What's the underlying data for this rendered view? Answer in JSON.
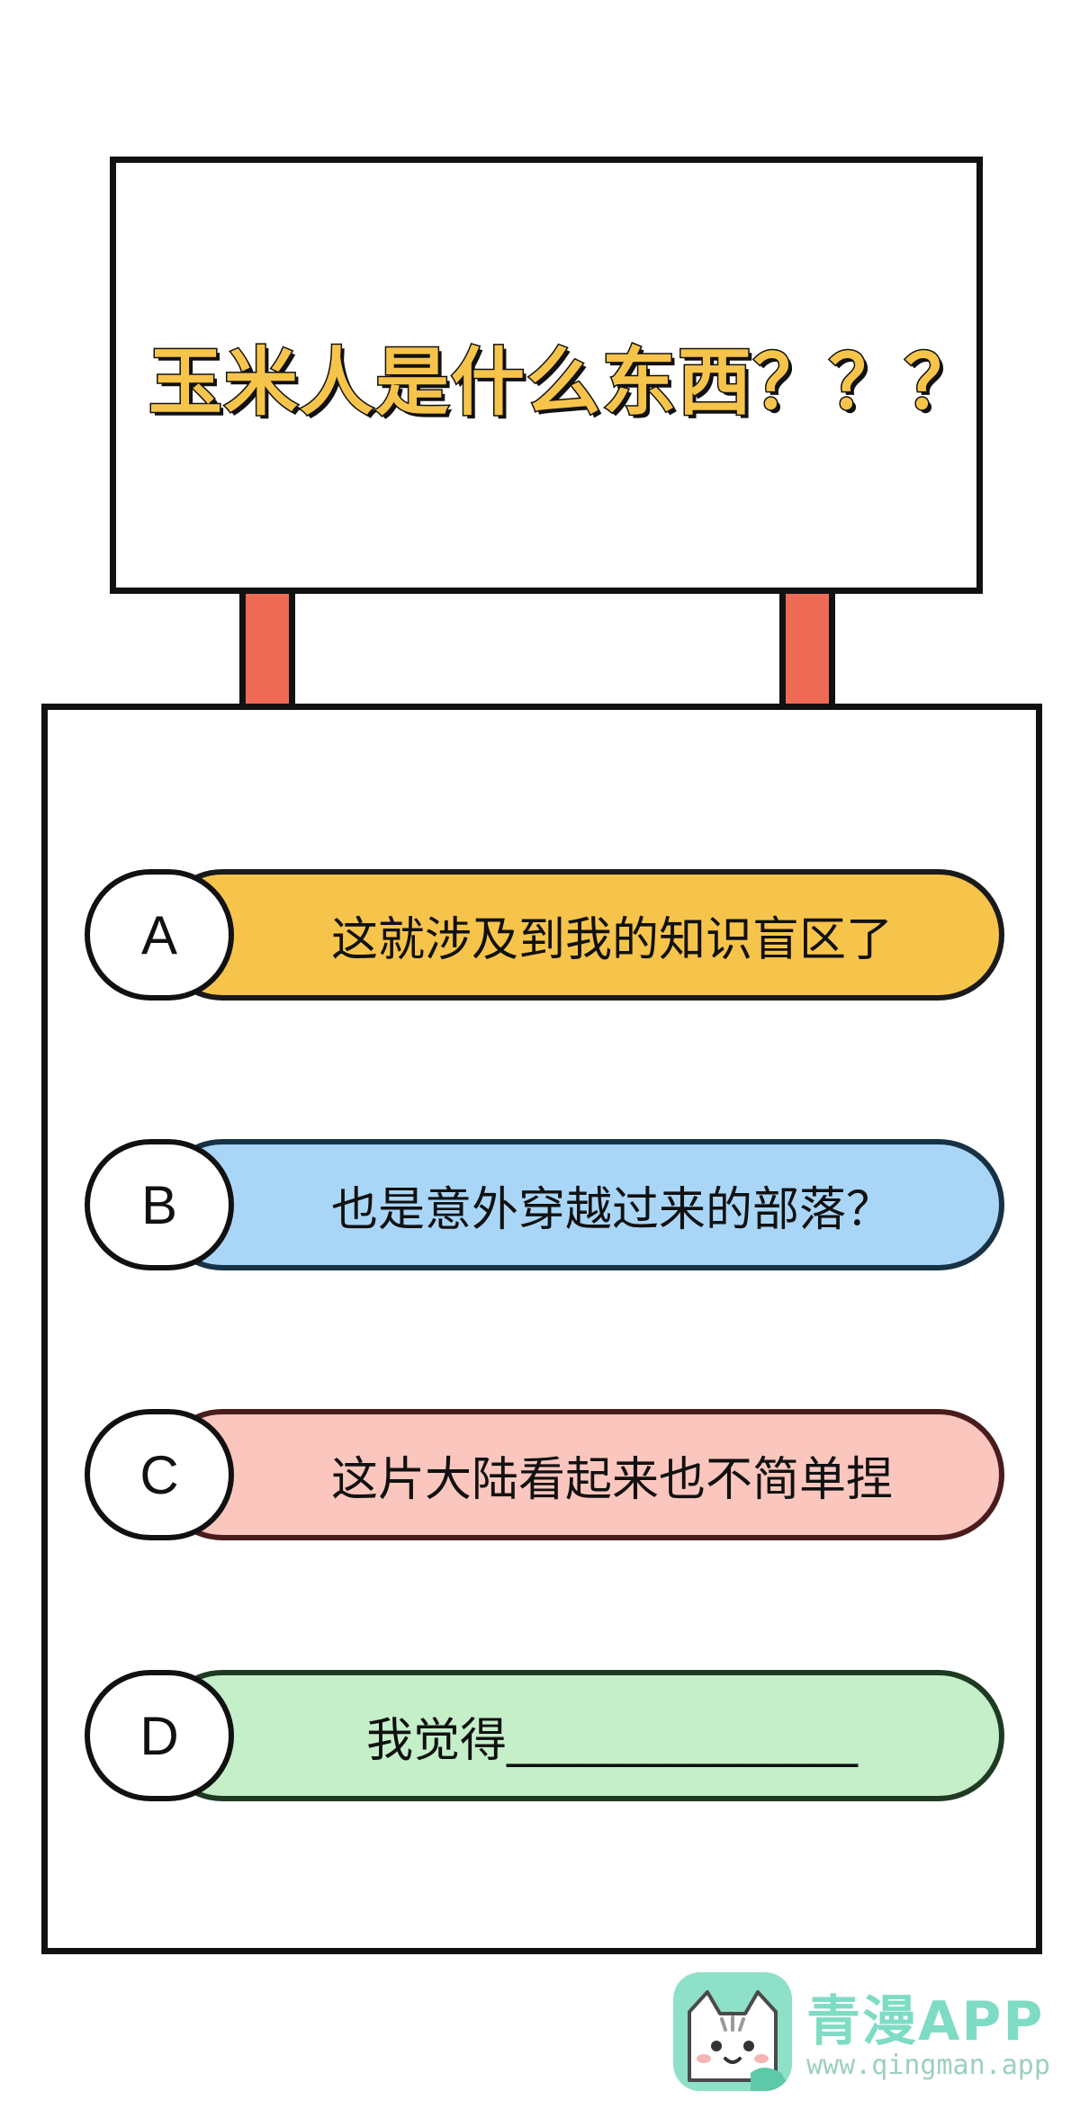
{
  "sign": {
    "question": "玉米人是什么东西？？？"
  },
  "options": [
    {
      "letter": "A",
      "text": "这就涉及到我的知识盲区了",
      "color": "#f7c44b"
    },
    {
      "letter": "B",
      "text": "也是意外穿越过来的部落？",
      "color": "#a9d6f7"
    },
    {
      "letter": "C",
      "text": "这片大陆看起来也不简单捏",
      "color": "#fbc6bd"
    },
    {
      "letter": "D",
      "text": "我觉得_______________",
      "color": "#c4efc9"
    }
  ],
  "watermark": {
    "title": "青漫APP",
    "url": "www.qingman.app",
    "icon": "cat-mascot-icon"
  },
  "colors": {
    "post": "#ef6a55",
    "outline": "#111111",
    "background": "#ffffff"
  }
}
